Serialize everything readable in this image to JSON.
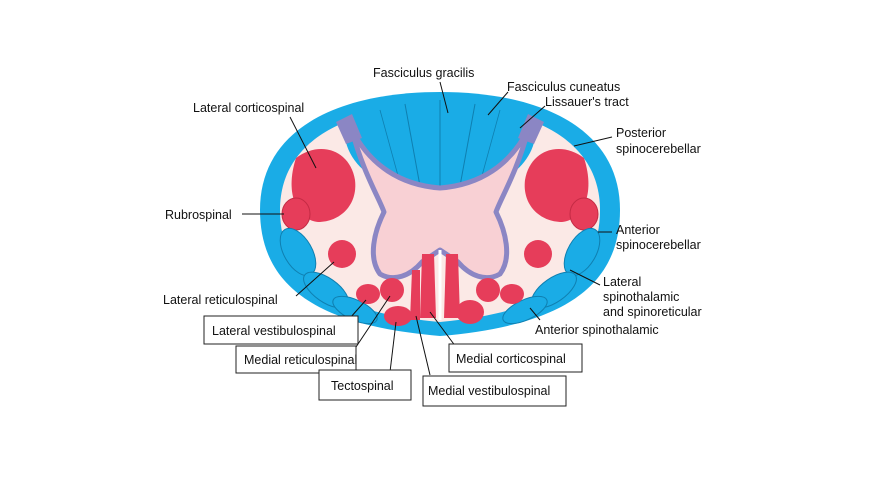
{
  "colors": {
    "dorsal_column": "#1aace6",
    "motor_tract": "#e63d5a",
    "gray_matter": "#f8d0d4",
    "gray_border": "#8b86c4",
    "white_background": "#fbe9e6"
  },
  "labels": {
    "fasciculus_gracilis": "Fasciculus gracilis",
    "fasciculus_cuneatus": "Fasciculus cuneatus",
    "lissauers_tract": "Lissauer's tract",
    "lateral_corticospinal": "Lateral corticospinal",
    "posterior_spinocerebellar_1": "Posterior",
    "posterior_spinocerebellar_2": "spinocerebellar",
    "rubrospinal": "Rubrospinal",
    "anterior_spinocerebellar_1": "Anterior",
    "anterior_spinocerebellar_2": "spinocerebellar",
    "lateral_spinothalamic_1": "Lateral",
    "lateral_spinothalamic_2": "spinothalamic",
    "lateral_spinothalamic_3": "and spinoreticular",
    "lateral_reticulospinal": "Lateral reticulospinal",
    "anterior_spinothalamic": "Anterior spinothalamic",
    "lateral_vestibulospinal": "Lateral vestibulospinal",
    "medial_reticulospinal": "Medial reticulospinal",
    "medial_corticospinal": "Medial corticospinal",
    "tectospinal": "Tectospinal",
    "medial_vestibulospinal": "Medial vestibulospinal"
  }
}
